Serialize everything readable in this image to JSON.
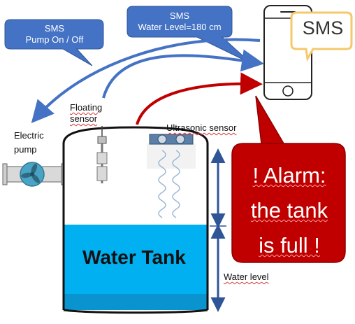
{
  "bubbles": {
    "pump": "SMS\nPump On / Off",
    "level": "SMS\nWater Level=180 cm"
  },
  "phone": {
    "sms_label": "SMS"
  },
  "alarm": {
    "text": "! Alarm:\nthe tank\nis full !"
  },
  "labels": {
    "floating_sensor": "Floating\nsensor",
    "electric_pump": "Electric\npump",
    "ultrasonic_sensor": "Ultrasonic sensor",
    "water_tank": "Water Tank",
    "water_level": "Water level"
  },
  "colors": {
    "bubble_blue": "#4472c4",
    "arrow_blue": "#4472c4",
    "alarm_red": "#c00000",
    "water_blue": "#00b0f0",
    "pump_teal": "#4aa3c4"
  }
}
